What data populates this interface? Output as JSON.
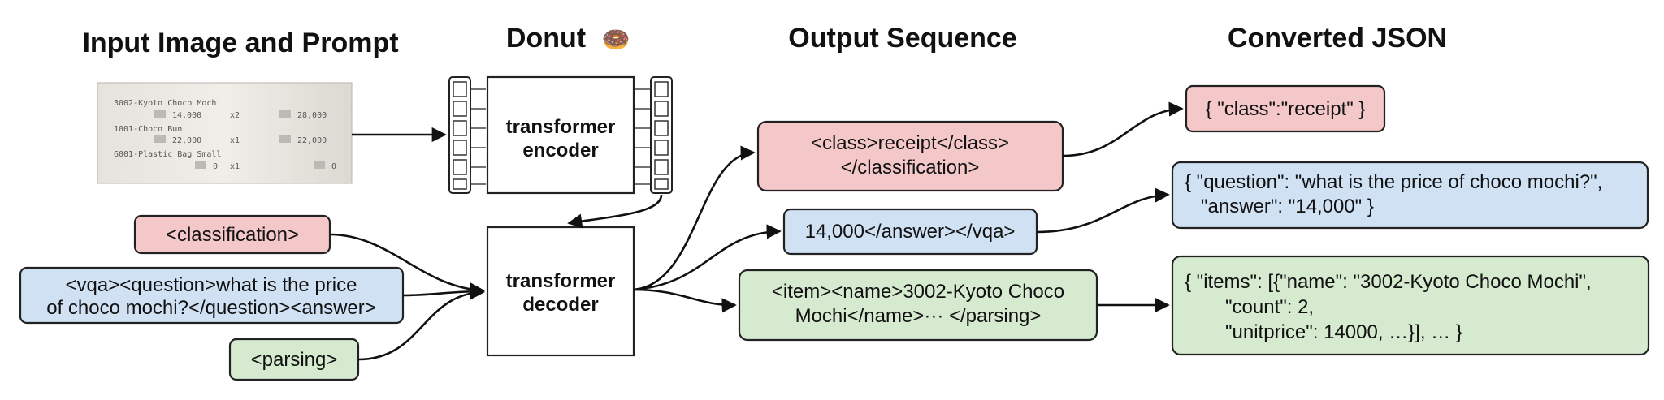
{
  "headers": {
    "input": "Input Image and Prompt",
    "donut": "Donut",
    "donut_emoji": "🍩",
    "output": "Output Sequence",
    "json": "Converted JSON"
  },
  "receipt": {
    "line1": "3002-Kyoto Choco Mochi",
    "line2_price": "14,000",
    "line2_qty": "x2",
    "line2_total": "28,000",
    "line3": "1001-Choco Bun",
    "line4_price": "22,000",
    "line4_qty": "x1",
    "line4_total": "22,000",
    "line5": "6001-Plastic Bag Small",
    "line6_price": "0",
    "line6_qty": "x1",
    "line6_total": "0"
  },
  "encoder": {
    "line1": "transformer",
    "line2": "encoder"
  },
  "decoder": {
    "line1": "transformer",
    "line2": "decoder"
  },
  "prompts": {
    "classification": "<classification>",
    "vqa_line1": "<vqa><question>what is the price",
    "vqa_line2": "of choco mochi?</question><answer>",
    "parsing": "<parsing>"
  },
  "outputs": {
    "class_line1": "<class>receipt</class>",
    "class_line2": "</classification>",
    "vqa": "14,000</answer></vqa>",
    "parse_line1": "<item><name>3002-Kyoto Choco",
    "parse_line2": "Mochi</name>··· </parsing>"
  },
  "json": {
    "class": "{ \"class\":\"receipt\" }",
    "vqa_line1": "{ \"question\": \"what is the price of choco mochi?\",",
    "vqa_line2": "\"answer\": \"14,000\" }",
    "parse_line1": "{ \"items\": [{\"name\": \"3002-Kyoto Choco Mochi\",",
    "parse_line2": "\"count\": 2,",
    "parse_line3": "\"unitprice\": 14000, …}], … }"
  },
  "colors": {
    "classification": "#f4c7c9",
    "vqa": "#cfe1f3",
    "parsing": "#d6ead0"
  }
}
